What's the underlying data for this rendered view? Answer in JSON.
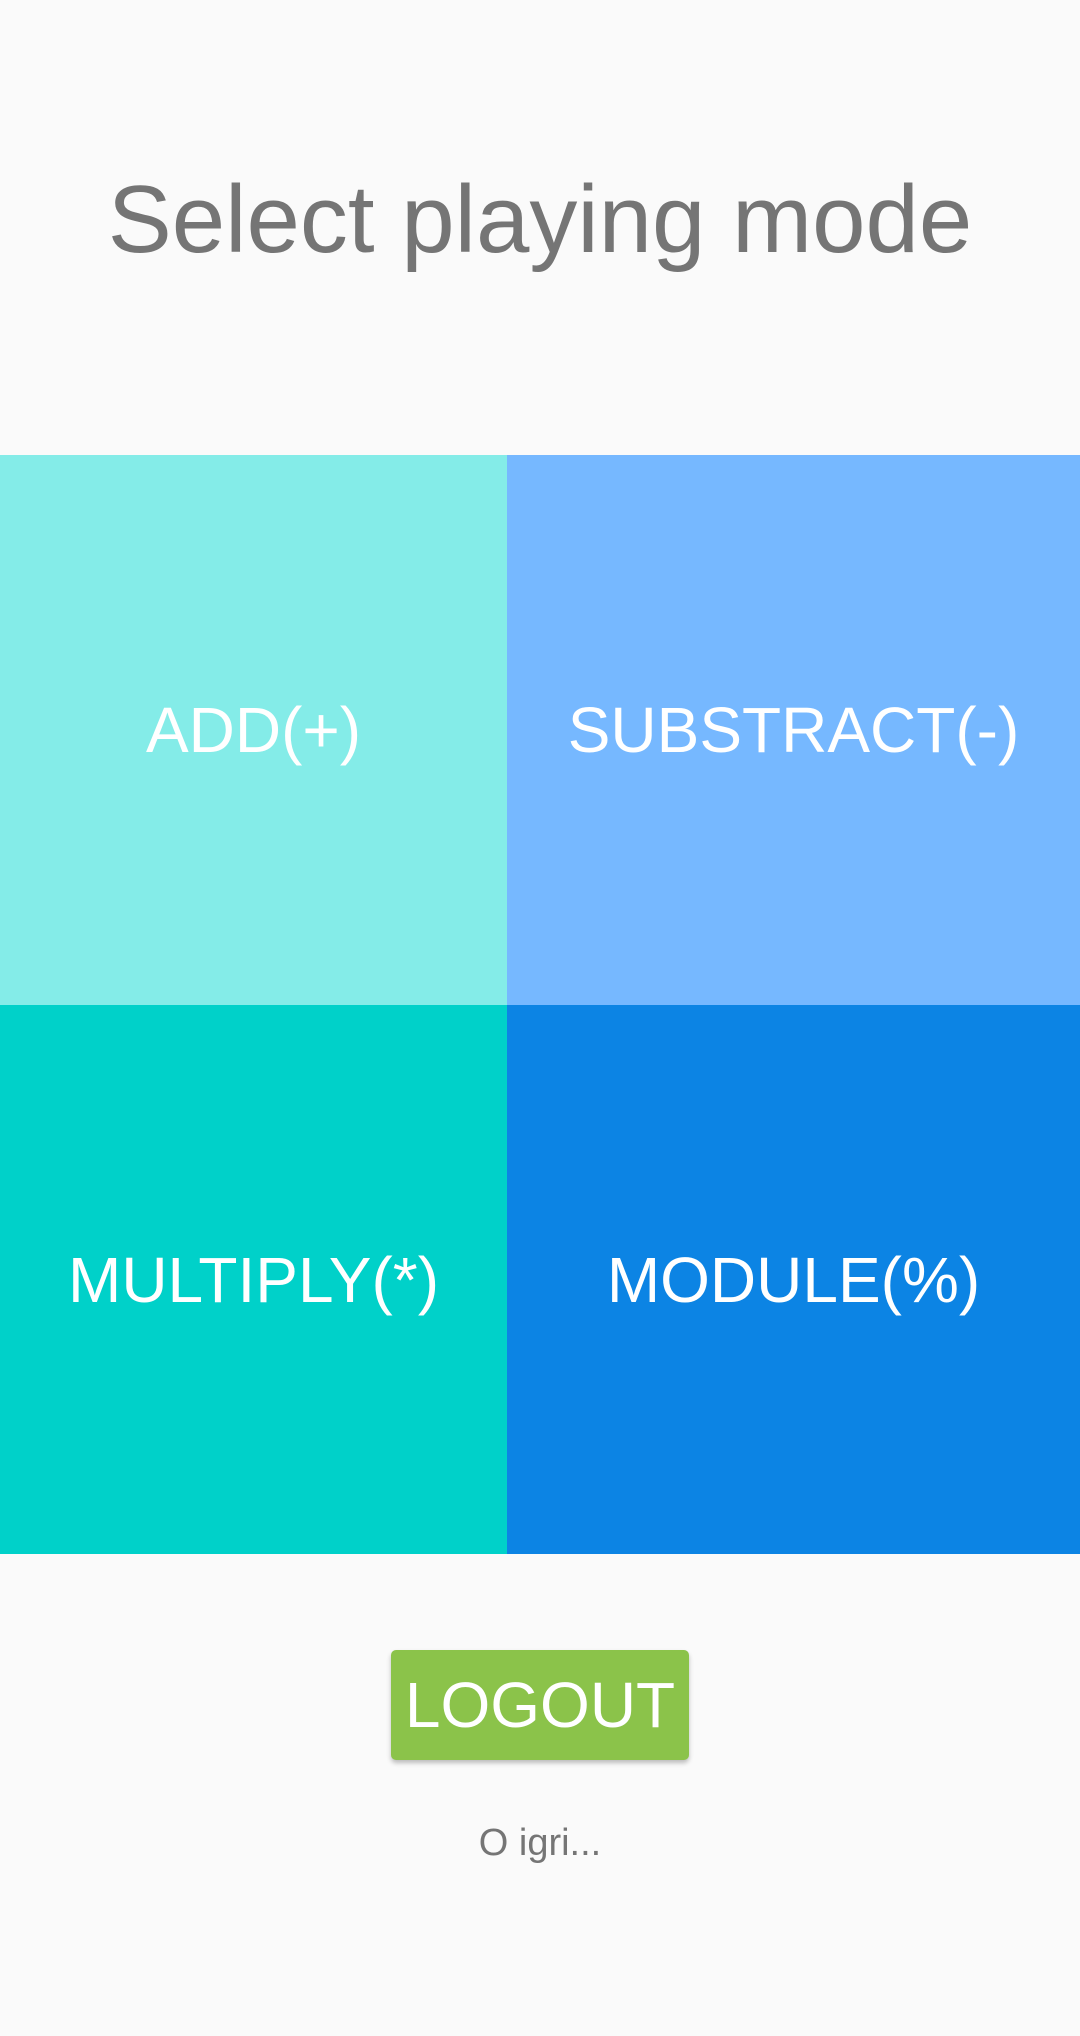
{
  "header": {
    "title": "Select playing mode"
  },
  "modes": {
    "add": {
      "label": "ADD(+)",
      "color": "#84ece8"
    },
    "subtract": {
      "label": "SUBSTRACT(-)",
      "color": "#76b8ff"
    },
    "multiply": {
      "label": "MULTIPLY(*)",
      "color": "#00d1c9"
    },
    "module": {
      "label": "MODULE(%)",
      "color": "#0c84e4"
    }
  },
  "footer": {
    "logout_label": "LOGOUT",
    "logout_color": "#8bc34a",
    "about_label": "O igri..."
  }
}
